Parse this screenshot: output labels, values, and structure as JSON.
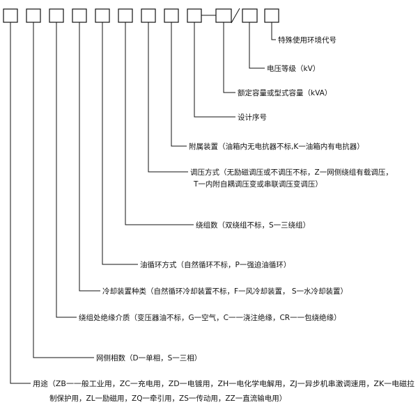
{
  "fields": [
    {
      "id": "special_env",
      "label": "特殊使用环境代号"
    },
    {
      "id": "voltage_class",
      "label": "电压等级（kV）"
    },
    {
      "id": "rated_capacity",
      "label": "额定容量或型式容量（kVA）"
    },
    {
      "id": "design_seq",
      "label": "设计序号"
    },
    {
      "id": "auxiliary",
      "label": "附属装置（油箱内无电抗器不标,K一油箱内有电抗器）"
    },
    {
      "id": "voltage_reg",
      "label": "调压方式（无励磁调压或不调压不标，Z一网侧绕组有载调压，",
      "label2": "T一内附自耦调压变或串联调压变调压）"
    },
    {
      "id": "winding_count",
      "label": "绕组数（双绕组不标，S一三绕组）"
    },
    {
      "id": "oil_circulation",
      "label": "油循环方式（自然循环不标，P一强迫油循环）"
    },
    {
      "id": "cooling",
      "label": "冷却装置种类（自然循环冷却装置不标，F一风冷却装置，  S一水冷却装置）"
    },
    {
      "id": "insulation",
      "label": "绕组处绝缘介质（变压器油不标，G一空气，C一一浇注绝缘，CR一一包绕绝缘）"
    },
    {
      "id": "phase_count",
      "label": "网侧相数（D一单相，S一三相）"
    },
    {
      "id": "usage",
      "label": "用途（ZB一一般工业用，ZC一充电用，ZD一电镀用，ZH一电化学电解用，ZJ一异步机串激调速用，ZK一电磁拉",
      "label2": "制保护用，ZL一励磁用，ZQ一牵引用，ZS一传动用，ZZ一直流输电用）"
    }
  ],
  "separator": "/"
}
